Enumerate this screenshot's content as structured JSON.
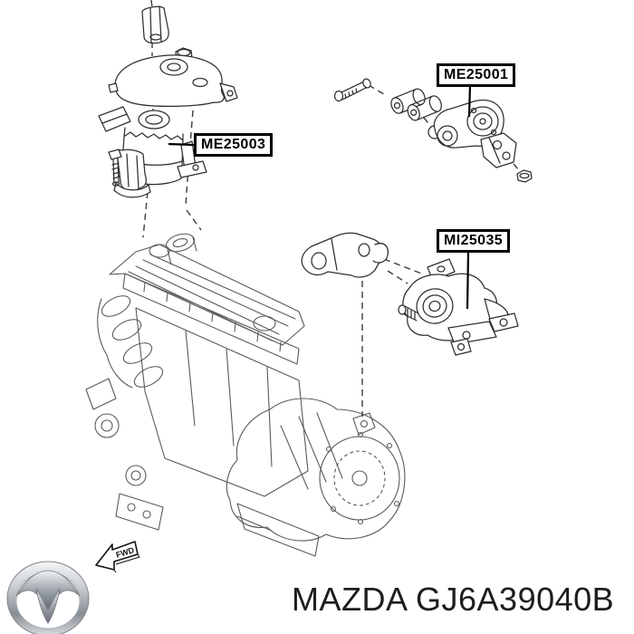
{
  "diagram": {
    "labels": {
      "me25001": {
        "code": "ME25001"
      },
      "me25003": {
        "code": "ME25003"
      },
      "mi25035": {
        "code": "MI25035"
      }
    },
    "fwd_arrow": {
      "text": "FWD"
    }
  },
  "footer": {
    "brand_text": "MAZDA GJ6A39040B"
  },
  "colors": {
    "background": "#ffffff",
    "part_line": "#2f2f2f",
    "engine_line": "#5a5a5a",
    "label_border": "#000000",
    "footer_text": "#1d1d1d",
    "logo_silver": "#b9bec4",
    "logo_shadow": "#6e747b",
    "logo_highlight": "#eff0f2"
  }
}
